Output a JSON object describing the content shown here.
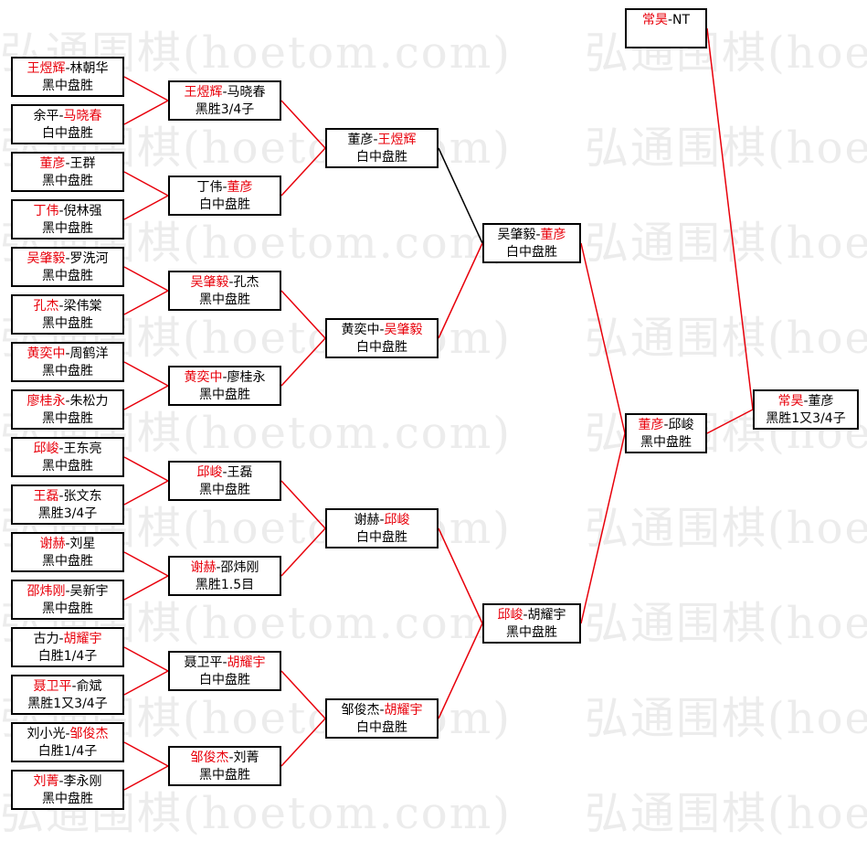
{
  "watermark": "弘通围棋(hoetom.com)",
  "colors": {
    "winner": "#e8000b",
    "line_red": "#e8000b",
    "line_black": "#000000"
  },
  "round1": [
    {
      "p1": "王煜辉",
      "p2": "林朝华",
      "w": 1,
      "result": "黑中盘胜"
    },
    {
      "p1": "余平",
      "p2": "马晓春",
      "w": 2,
      "result": "白中盘胜"
    },
    {
      "p1": "董彦",
      "p2": "王群",
      "w": 1,
      "result": "黑中盘胜"
    },
    {
      "p1": "丁伟",
      "p2": "倪林强",
      "w": 1,
      "result": "黑中盘胜"
    },
    {
      "p1": "吴肇毅",
      "p2": "罗洗河",
      "w": 1,
      "result": "黑中盘胜"
    },
    {
      "p1": "孔杰",
      "p2": "梁伟棠",
      "w": 1,
      "result": "黑中盘胜"
    },
    {
      "p1": "黄奕中",
      "p2": "周鹤洋",
      "w": 1,
      "result": "黑中盘胜"
    },
    {
      "p1": "廖桂永",
      "p2": "朱松力",
      "w": 1,
      "result": "黑中盘胜"
    },
    {
      "p1": "邱峻",
      "p2": "王东亮",
      "w": 1,
      "result": "黑中盘胜"
    },
    {
      "p1": "王磊",
      "p2": "张文东",
      "w": 1,
      "result": "黑胜3/4子"
    },
    {
      "p1": "谢赫",
      "p2": "刘星",
      "w": 1,
      "result": "黑中盘胜"
    },
    {
      "p1": "邵炜刚",
      "p2": "吴新宇",
      "w": 1,
      "result": "黑中盘胜"
    },
    {
      "p1": "古力",
      "p2": "胡耀宇",
      "w": 2,
      "result": "白胜1/4子"
    },
    {
      "p1": "聂卫平",
      "p2": "俞斌",
      "w": 1,
      "result": "黑胜1又3/4子"
    },
    {
      "p1": "刘小光",
      "p2": "邹俊杰",
      "w": 2,
      "result": "白胜1/4子"
    },
    {
      "p1": "刘菁",
      "p2": "李永刚",
      "w": 1,
      "result": "黑中盘胜"
    }
  ],
  "round2": [
    {
      "p1": "王煜辉",
      "p2": "马晓春",
      "w": 1,
      "result": "黑胜3/4子"
    },
    {
      "p1": "丁伟",
      "p2": "董彦",
      "w": 2,
      "result": "白中盘胜"
    },
    {
      "p1": "吴肇毅",
      "p2": "孔杰",
      "w": 1,
      "result": "黑中盘胜"
    },
    {
      "p1": "黄奕中",
      "p2": "廖桂永",
      "w": 1,
      "result": "黑中盘胜"
    },
    {
      "p1": "邱峻",
      "p2": "王磊",
      "w": 1,
      "result": "黑中盘胜"
    },
    {
      "p1": "谢赫",
      "p2": "邵炜刚",
      "w": 1,
      "result": "黑胜1.5目"
    },
    {
      "p1": "聂卫平",
      "p2": "胡耀宇",
      "w": 2,
      "result": "白中盘胜"
    },
    {
      "p1": "邹俊杰",
      "p2": "刘菁",
      "w": 1,
      "result": "黑中盘胜"
    }
  ],
  "round3": [
    {
      "p1": "董彦",
      "p2": "王煜辉",
      "w": 2,
      "result": "白中盘胜"
    },
    {
      "p1": "黄奕中",
      "p2": "吴肇毅",
      "w": 2,
      "result": "白中盘胜"
    },
    {
      "p1": "谢赫",
      "p2": "邱峻",
      "w": 2,
      "result": "白中盘胜"
    },
    {
      "p1": "邹俊杰",
      "p2": "胡耀宇",
      "w": 2,
      "result": "白中盘胜"
    }
  ],
  "round4": [
    {
      "p1": "吴肇毅",
      "p2": "董彦",
      "w": 2,
      "result": "白中盘胜"
    },
    {
      "p1": "邱峻",
      "p2": "胡耀宇",
      "w": 1,
      "result": "黑中盘胜"
    }
  ],
  "round5": [
    {
      "p1": "董彦",
      "p2": "邱峻",
      "w": 1,
      "result": "黑中盘胜"
    }
  ],
  "seed": {
    "p1": "常昊",
    "p2": "NT",
    "w": 1,
    "result": ""
  },
  "final": {
    "p1": "常昊",
    "p2": "董彦",
    "w": 1,
    "result": "黑胜1又3/4子"
  }
}
